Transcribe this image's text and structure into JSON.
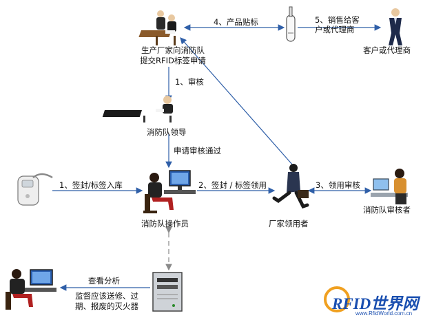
{
  "nodes": {
    "manufacturer": "生产厂家向消防队\n提交RFID标签申请",
    "fire_leader": "消防队领导",
    "operator": "消防队操作员",
    "collector": "厂家领用者",
    "reviewer": "消防队审核者",
    "customer": "客户或代理商"
  },
  "edges": {
    "step4": "4、产品贴标",
    "step5": "5、销售给客\n户或代理商",
    "review": "1、审核",
    "approved": "申请审核通过",
    "seal_in": "1、签封/标签入库",
    "seal_out": "2、签封 / 标签领用",
    "collect_review": "3、领用审核",
    "analysis": "查看分析",
    "supervise": "监督应该送修、过\n期、报废的灭火器"
  },
  "logo": {
    "brand": "RFID世界网",
    "url": "www.RfidWorld.com.cn"
  },
  "colors": {
    "arrow": "#2f5fa8",
    "dashed": "#8a8a8a",
    "logo_blue": "#1a4fb0",
    "logo_orange": "#f0a020"
  }
}
